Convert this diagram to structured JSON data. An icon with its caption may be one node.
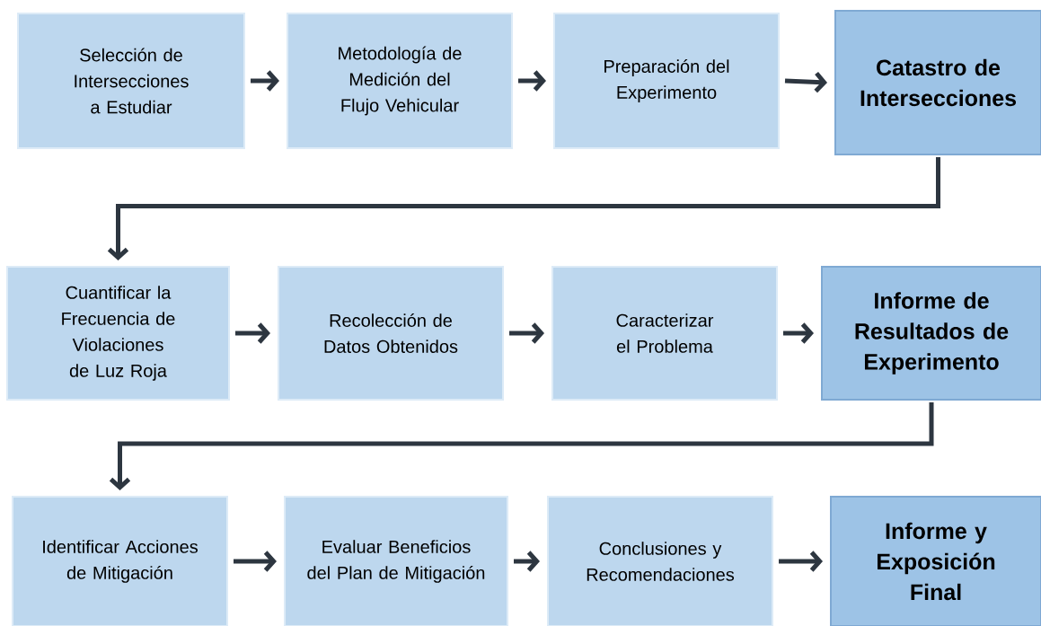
{
  "diagram": {
    "nodes": [
      {
        "text": [
          "Selección de Intersecciones a Estudiar"
        ]
      },
      {
        "text": [
          "Metodología de Medición del Flujo Vehicular"
        ]
      },
      {
        "text": [
          "Preparación del Experimento"
        ]
      },
      {
        "text": [
          "Catastro de Intersecciones"
        ]
      },
      {
        "text": [
          "Cuantificar la Frecuencia de Violaciones de Luz Roja"
        ]
      },
      {
        "text": [
          "Recolección de Datos Obtenidos"
        ]
      },
      {
        "text": [
          "Caracterizar el Problema"
        ]
      },
      {
        "text": [
          "Informe de Resultados de Experimento"
        ]
      },
      {
        "text": [
          "Identificar Acciones de Mitigación"
        ]
      },
      {
        "text": [
          "Evaluar Beneficios del Plan de Mitigación"
        ]
      },
      {
        "text": [
          "Conclusiones y Recomendaciones"
        ]
      },
      {
        "text": [
          "Informe y Exposición Final"
        ]
      }
    ],
    "edges": [
      {
        "from": 0,
        "to": 1,
        "arrow": "to"
      },
      {
        "from": 1,
        "to": 2,
        "arrow": "to"
      },
      {
        "from": 2,
        "to": 3,
        "arrow": "to"
      },
      {
        "from": 3,
        "to": 4,
        "arrow": "to"
      },
      {
        "from": 4,
        "to": 5,
        "arrow": "to"
      },
      {
        "from": 5,
        "to": 6,
        "arrow": "to"
      },
      {
        "from": 6,
        "to": 7,
        "arrow": "to"
      },
      {
        "from": 7,
        "to": 8,
        "arrow": "to"
      },
      {
        "from": 8,
        "to": 9,
        "arrow": "to"
      },
      {
        "from": 9,
        "to": 10,
        "arrow": "to"
      },
      {
        "from": 10,
        "to": 11,
        "arrow": "to"
      }
    ]
  }
}
